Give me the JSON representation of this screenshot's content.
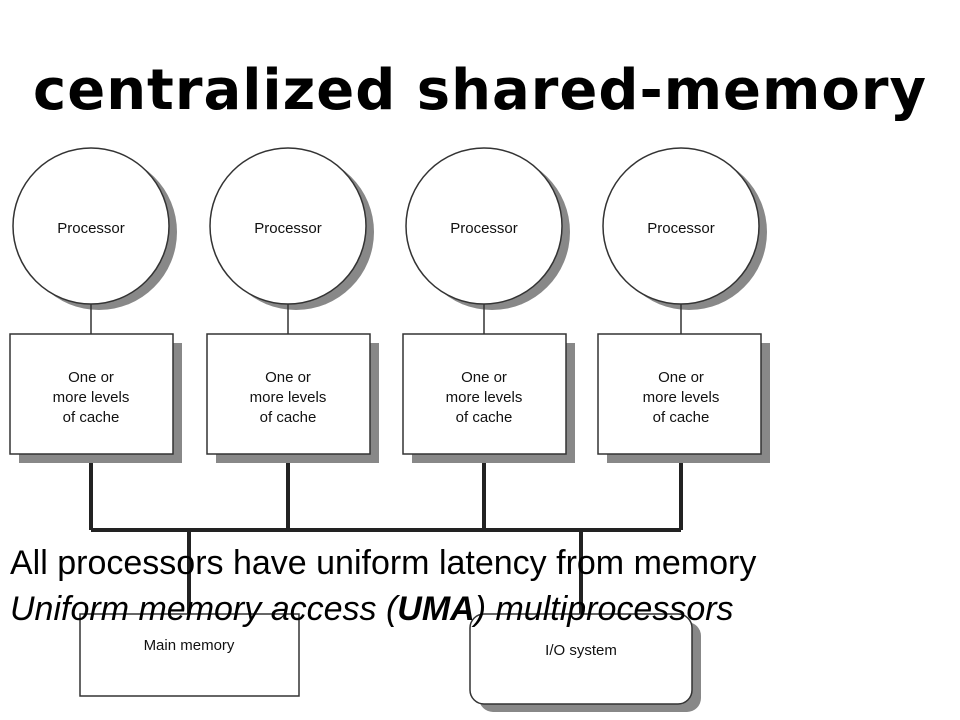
{
  "title": "centralized shared-memory",
  "diagram": {
    "processor_label": "Processor",
    "cache_label_lines": [
      "One or",
      "more levels",
      "of cache"
    ],
    "processor_count": 4,
    "main_memory_label": "Main memory",
    "io_label": "I/O system"
  },
  "captions": {
    "line1": "All processors have uniform latency from memory",
    "line2_before": "Uniform memory access (",
    "line2_bold": "UMA",
    "line2_after": ") multiprocessors"
  }
}
